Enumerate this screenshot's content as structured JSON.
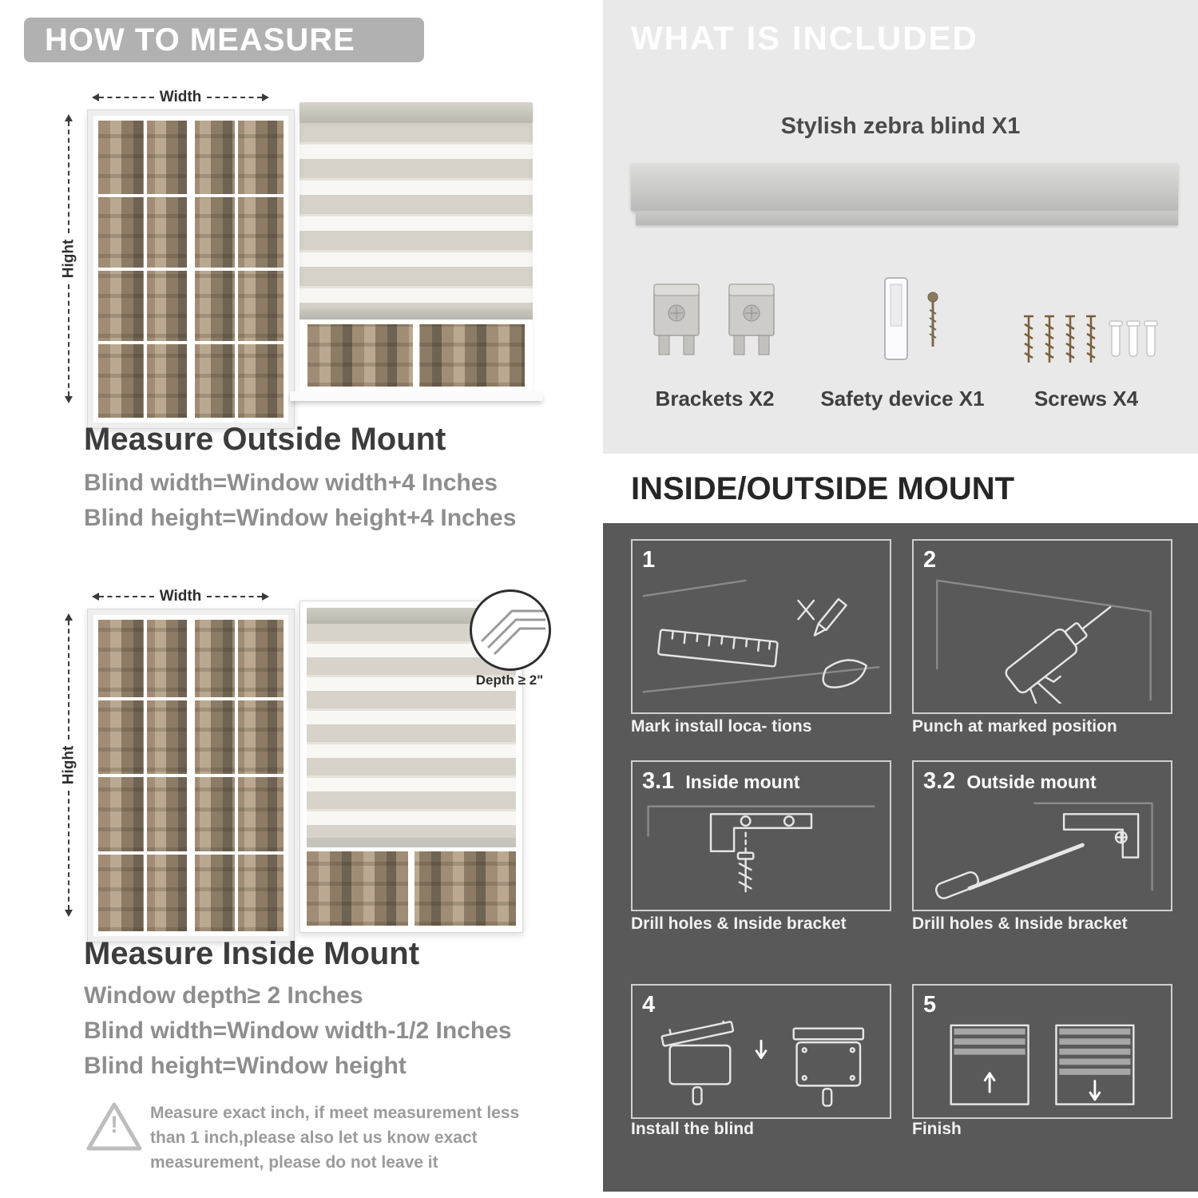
{
  "colors": {
    "header_pill": "#b1b1b1",
    "light_panel": "#e9e9e9",
    "dark_panel": "#595959",
    "heading_text": "#3c3c3c",
    "body_text": "#8e8e8e"
  },
  "left": {
    "header": "HOW TO MEASURE",
    "labels": {
      "width": "Width",
      "height": "Hight"
    },
    "outside": {
      "title": "Measure Outside Mount",
      "lines": [
        "Blind width=Window width+4 Inches",
        "Blind height=Window height+4 Inches"
      ]
    },
    "inside": {
      "title": "Measure Inside Mount",
      "depth_callout": "Depth ≥ 2\"",
      "lines": [
        "Window depth≥ 2 Inches",
        "Blind width=Window width-1/2 Inches",
        "Blind height=Window height"
      ]
    },
    "warning": {
      "icon_glyph": "!",
      "lines": [
        "Measure exact inch, if meet measurement less",
        "than 1 inch,please also let us know exact",
        "measurement, please do not leave it"
      ]
    }
  },
  "right": {
    "included": {
      "header": "WHAT IS INCLUDED",
      "product_label": "Stylish zebra blind X1",
      "parts": [
        {
          "label": "Brackets X2"
        },
        {
          "label": "Safety device X1"
        },
        {
          "label": "Screws X4"
        }
      ]
    },
    "mount": {
      "header": "INSIDE/OUTSIDE MOUNT",
      "steps": [
        {
          "num": "1",
          "title": "",
          "caption": "Mark install loca- tions"
        },
        {
          "num": "2",
          "title": "",
          "caption": "Punch at marked position"
        },
        {
          "num": "3.1",
          "title": "Inside mount",
          "caption": "Drill holes & Inside bracket"
        },
        {
          "num": "3.2",
          "title": "Outside mount",
          "caption": "Drill holes & Inside bracket"
        },
        {
          "num": "4",
          "title": "",
          "caption": "Install the blind"
        },
        {
          "num": "5",
          "title": "",
          "caption": "Finish"
        }
      ]
    }
  }
}
